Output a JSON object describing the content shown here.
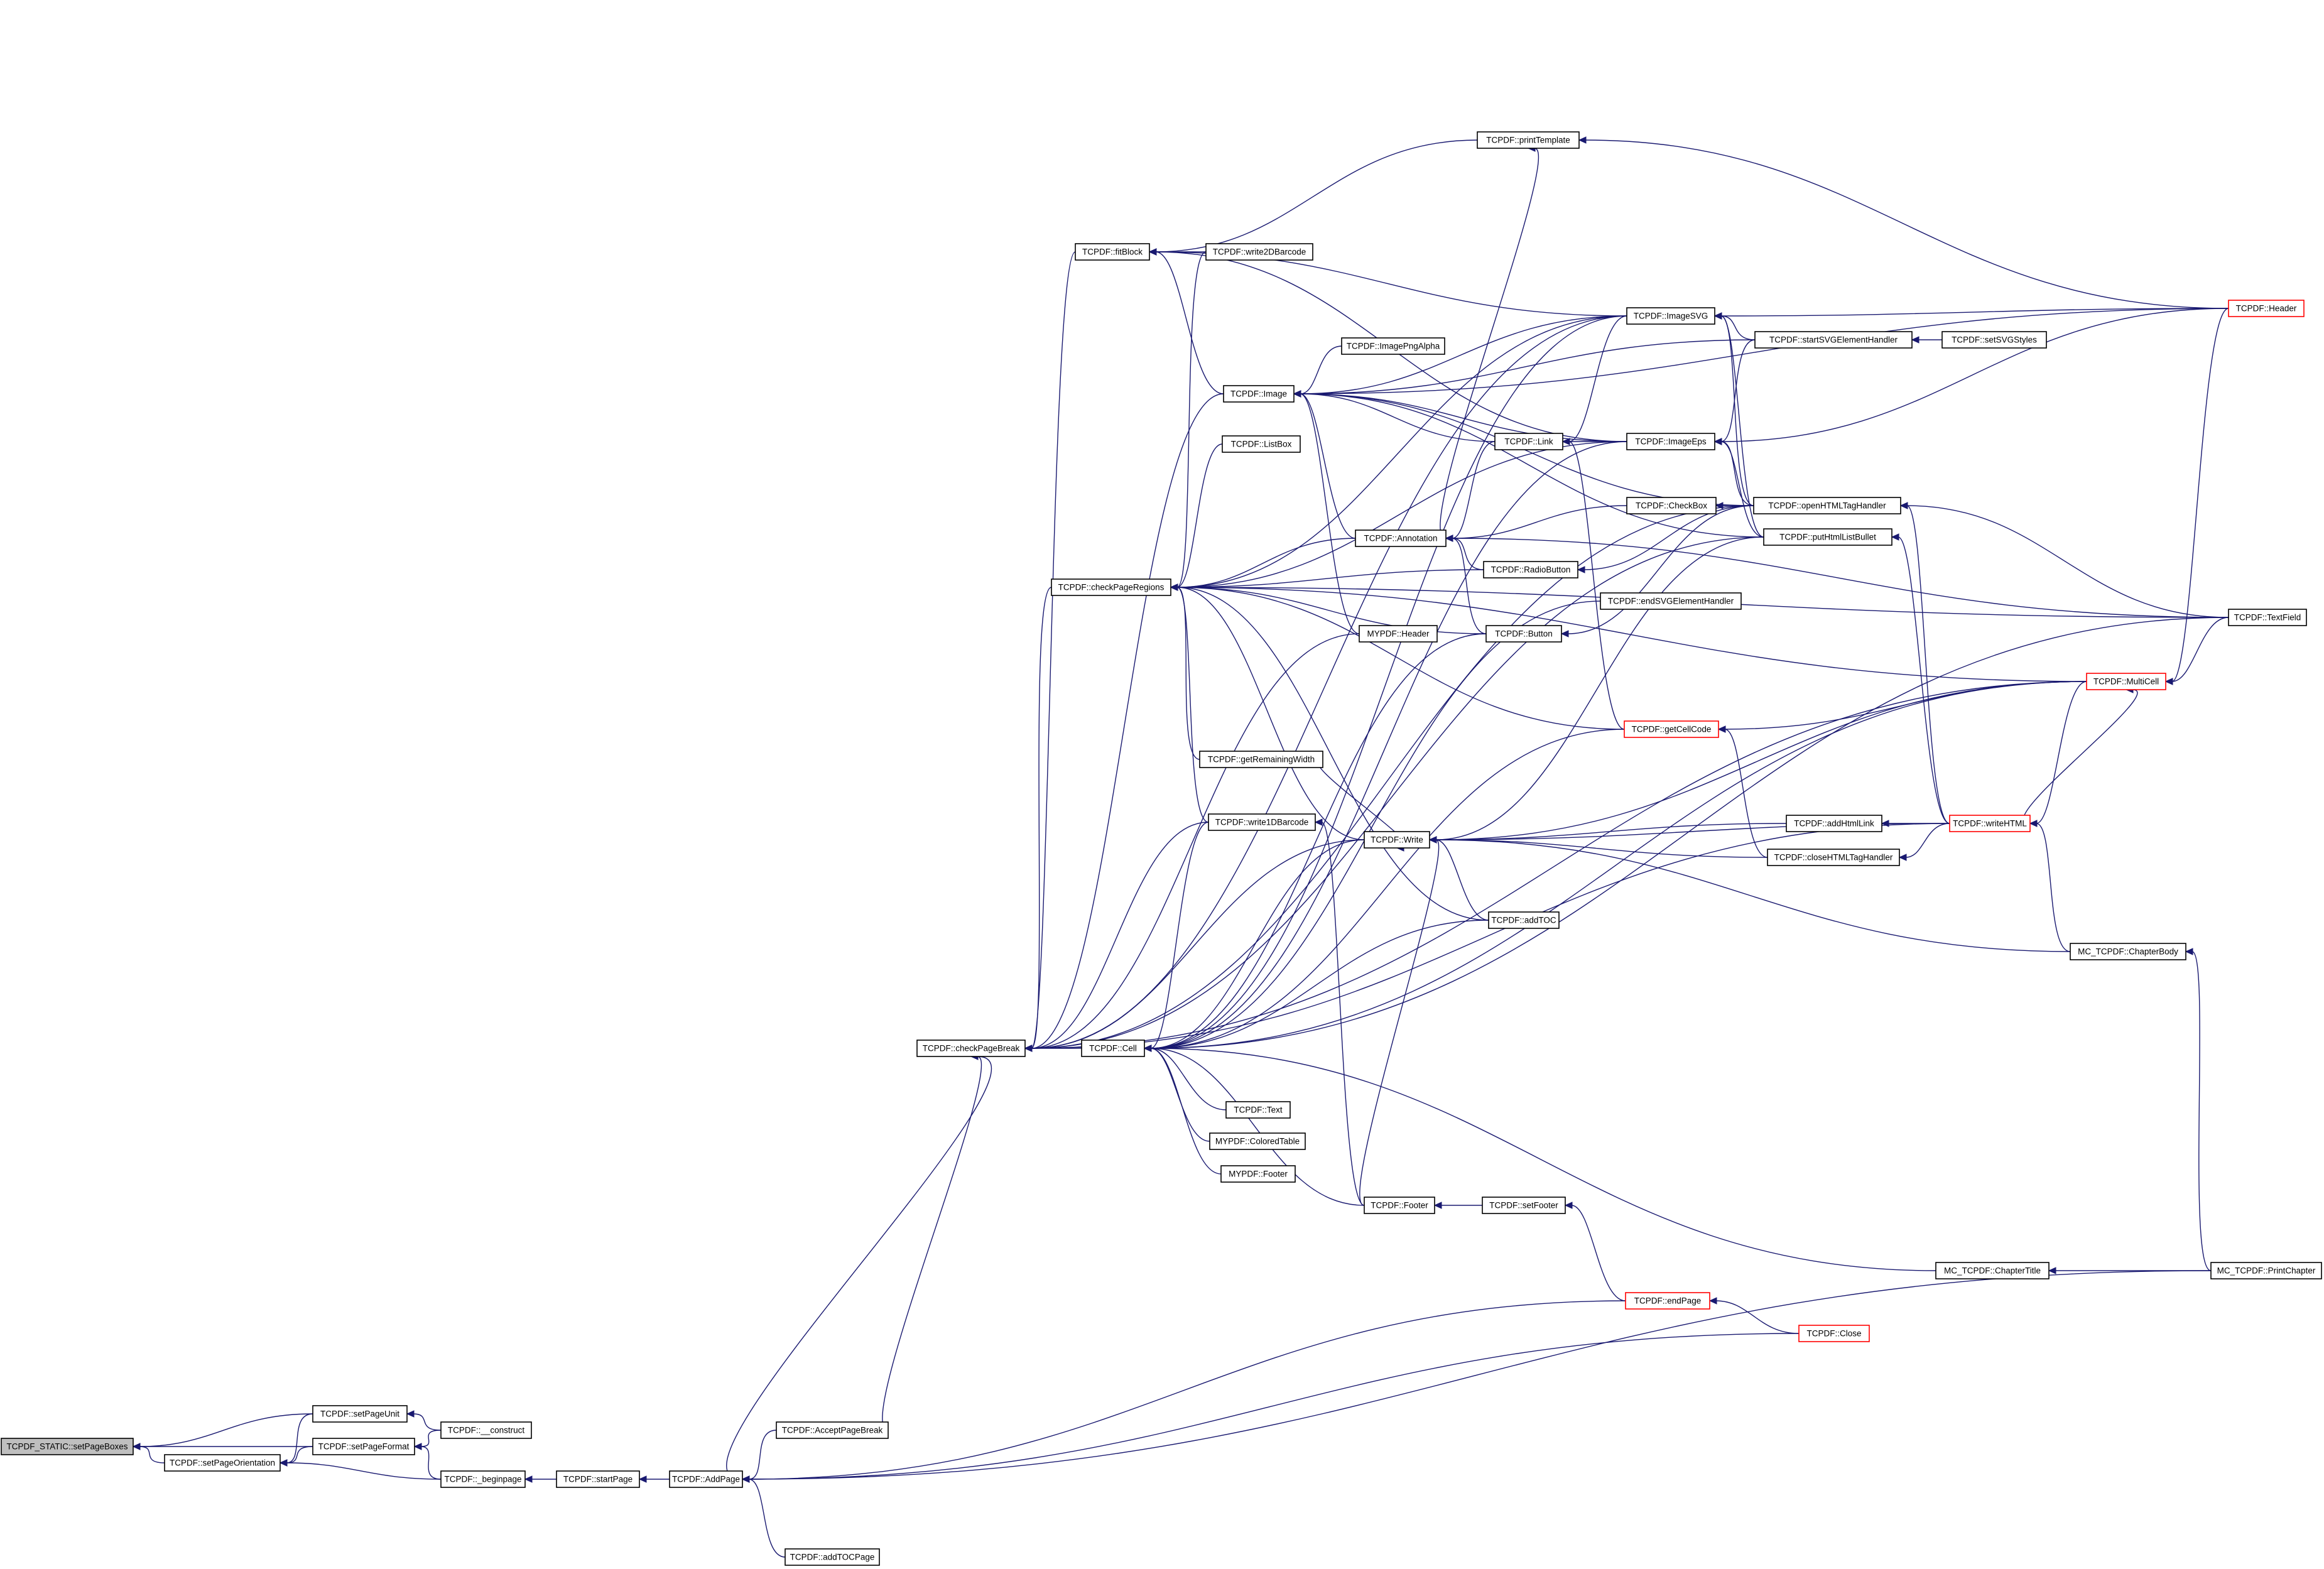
{
  "diagram": {
    "type": "call-graph",
    "edge_color": "#191970",
    "highlight_border_color": "#ff0000",
    "root_fill": "#bfbfbf",
    "nodes": [
      {
        "id": "setPageBoxes",
        "label": "TCPDF_STATIC::setPageBoxes",
        "root": true
      },
      {
        "id": "setPageOrientation",
        "label": "TCPDF::setPageOrientation"
      },
      {
        "id": "setPageUnit",
        "label": "TCPDF::setPageUnit"
      },
      {
        "id": "setPageFormat",
        "label": "TCPDF::setPageFormat"
      },
      {
        "id": "construct",
        "label": "TCPDF::__construct"
      },
      {
        "id": "beginpage",
        "label": "TCPDF::_beginpage"
      },
      {
        "id": "startPage",
        "label": "TCPDF::startPage"
      },
      {
        "id": "AddPage",
        "label": "TCPDF::AddPage"
      },
      {
        "id": "AcceptPageBreak",
        "label": "TCPDF::AcceptPageBreak"
      },
      {
        "id": "addTOCPage",
        "label": "TCPDF::addTOCPage"
      },
      {
        "id": "checkPageBreak",
        "label": "TCPDF::checkPageBreak"
      },
      {
        "id": "Cell",
        "label": "TCPDF::Cell"
      },
      {
        "id": "checkPageRegions",
        "label": "TCPDF::checkPageRegions"
      },
      {
        "id": "fitBlock",
        "label": "TCPDF::fitBlock"
      },
      {
        "id": "write2DBarcode",
        "label": "TCPDF::write2DBarcode"
      },
      {
        "id": "Image",
        "label": "TCPDF::Image"
      },
      {
        "id": "ListBox",
        "label": "TCPDF::ListBox"
      },
      {
        "id": "getRemainingWidth",
        "label": "TCPDF::getRemainingWidth"
      },
      {
        "id": "write1DBarcode",
        "label": "TCPDF::write1DBarcode"
      },
      {
        "id": "Text",
        "label": "TCPDF::Text"
      },
      {
        "id": "ColoredTable",
        "label": "MYPDF::ColoredTable"
      },
      {
        "id": "MYFooter",
        "label": "MYPDF::Footer"
      },
      {
        "id": "printTemplate",
        "label": "TCPDF::printTemplate"
      },
      {
        "id": "ImagePngAlpha",
        "label": "TCPDF::ImagePngAlpha"
      },
      {
        "id": "ImageSVG",
        "label": "TCPDF::ImageSVG"
      },
      {
        "id": "Annotation",
        "label": "TCPDF::Annotation"
      },
      {
        "id": "MYHeader",
        "label": "MYPDF::Header"
      },
      {
        "id": "Write",
        "label": "TCPDF::Write"
      },
      {
        "id": "Footer",
        "label": "TCPDF::Footer"
      },
      {
        "id": "Link",
        "label": "TCPDF::Link"
      },
      {
        "id": "ImageEps",
        "label": "TCPDF::ImageEps"
      },
      {
        "id": "CheckBox",
        "label": "TCPDF::CheckBox"
      },
      {
        "id": "RadioButton",
        "label": "TCPDF::RadioButton"
      },
      {
        "id": "Button",
        "label": "TCPDF::Button"
      },
      {
        "id": "endSVGElementHandler",
        "label": "TCPDF::endSVGElementHandler"
      },
      {
        "id": "getCellCode",
        "label": "TCPDF::getCellCode",
        "red": true
      },
      {
        "id": "addTOC",
        "label": "TCPDF::addTOC"
      },
      {
        "id": "setFooter",
        "label": "TCPDF::setFooter"
      },
      {
        "id": "endPage",
        "label": "TCPDF::endPage",
        "red": true
      },
      {
        "id": "Close",
        "label": "TCPDF::Close",
        "red": true
      },
      {
        "id": "startSVGElementHandler",
        "label": "TCPDF::startSVGElementHandler"
      },
      {
        "id": "setSVGStyles",
        "label": "TCPDF::setSVGStyles"
      },
      {
        "id": "openHTMLTagHandler",
        "label": "TCPDF::openHTMLTagHandler"
      },
      {
        "id": "putHtmlListBullet",
        "label": "TCPDF::putHtmlListBullet"
      },
      {
        "id": "addHtmlLink",
        "label": "TCPDF::addHtmlLink"
      },
      {
        "id": "closeHTMLTagHandler",
        "label": "TCPDF::closeHTMLTagHandler"
      },
      {
        "id": "writeHTML",
        "label": "TCPDF::writeHTML",
        "red": true
      },
      {
        "id": "MultiCell",
        "label": "TCPDF::MultiCell",
        "red": true
      },
      {
        "id": "Header",
        "label": "TCPDF::Header",
        "red": true
      },
      {
        "id": "TextField",
        "label": "TCPDF::TextField"
      },
      {
        "id": "ChapterBody",
        "label": "MC_TCPDF::ChapterBody"
      },
      {
        "id": "ChapterTitle",
        "label": "MC_TCPDF::ChapterTitle"
      },
      {
        "id": "PrintChapter",
        "label": "MC_TCPDF::PrintChapter"
      }
    ],
    "edges": [
      [
        "setPageOrientation",
        "setPageBoxes"
      ],
      [
        "setPageUnit",
        "setPageBoxes"
      ],
      [
        "setPageFormat",
        "setPageBoxes"
      ],
      [
        "setPageUnit",
        "setPageOrientation"
      ],
      [
        "setPageFormat",
        "setPageOrientation"
      ],
      [
        "beginpage",
        "setPageOrientation"
      ],
      [
        "construct",
        "setPageUnit"
      ],
      [
        "construct",
        "setPageFormat"
      ],
      [
        "beginpage",
        "setPageFormat"
      ],
      [
        "startPage",
        "beginpage"
      ],
      [
        "AddPage",
        "startPage"
      ],
      [
        "AcceptPageBreak",
        "AddPage"
      ],
      [
        "addTOCPage",
        "AddPage"
      ],
      [
        "endPage",
        "AddPage"
      ],
      [
        "Close",
        "AddPage"
      ],
      [
        "PrintChapter",
        "AddPage"
      ],
      [
        "AddPage",
        "checkPageBreak"
      ],
      [
        "AcceptPageBreak",
        "checkPageBreak"
      ],
      [
        "Cell",
        "checkPageBreak"
      ],
      [
        "checkPageRegions",
        "checkPageBreak"
      ],
      [
        "fitBlock",
        "checkPageBreak"
      ],
      [
        "Image",
        "checkPageBreak"
      ],
      [
        "ImageSVG",
        "checkPageBreak"
      ],
      [
        "MultiCell",
        "checkPageBreak"
      ],
      [
        "write1DBarcode",
        "checkPageBreak"
      ],
      [
        "writeHTML",
        "checkPageBreak"
      ],
      [
        "openHTMLTagHandler",
        "checkPageBreak"
      ],
      [
        "putHtmlListBullet",
        "checkPageBreak"
      ],
      [
        "Write",
        "checkPageBreak"
      ],
      [
        "MYHeader",
        "checkPageBreak"
      ],
      [
        "write2DBarcode",
        "fitBlock"
      ],
      [
        "Image",
        "fitBlock"
      ],
      [
        "printTemplate",
        "fitBlock"
      ],
      [
        "ImageEps",
        "fitBlock"
      ],
      [
        "ImageSVG",
        "fitBlock"
      ],
      [
        "ListBox",
        "checkPageRegions"
      ],
      [
        "Annotation",
        "checkPageRegions"
      ],
      [
        "RadioButton",
        "checkPageRegions"
      ],
      [
        "Button",
        "checkPageRegions"
      ],
      [
        "getCellCode",
        "checkPageRegions"
      ],
      [
        "getRemainingWidth",
        "checkPageRegions"
      ],
      [
        "write1DBarcode",
        "checkPageRegions"
      ],
      [
        "write2DBarcode",
        "checkPageRegions"
      ],
      [
        "Write",
        "checkPageRegions"
      ],
      [
        "addTOC",
        "checkPageRegions"
      ],
      [
        "MultiCell",
        "checkPageRegions"
      ],
      [
        "TextField",
        "checkPageRegions"
      ],
      [
        "ImageEps",
        "checkPageRegions"
      ],
      [
        "ImageSVG",
        "checkPageRegions"
      ],
      [
        "ImagePngAlpha",
        "Image"
      ],
      [
        "Annotation",
        "Image"
      ],
      [
        "Link",
        "Image"
      ],
      [
        "ImageEps",
        "Image"
      ],
      [
        "ImageSVG",
        "Image"
      ],
      [
        "openHTMLTagHandler",
        "Image"
      ],
      [
        "startSVGElementHandler",
        "Image"
      ],
      [
        "putHtmlListBullet",
        "Image"
      ],
      [
        "Header",
        "Image"
      ],
      [
        "MYHeader",
        "Image"
      ],
      [
        "Text",
        "Cell"
      ],
      [
        "ColoredTable",
        "Cell"
      ],
      [
        "MYFooter",
        "Cell"
      ],
      [
        "Footer",
        "Cell"
      ],
      [
        "Write",
        "Cell"
      ],
      [
        "addTOC",
        "Cell"
      ],
      [
        "write1DBarcode",
        "Cell"
      ],
      [
        "Button",
        "Cell"
      ],
      [
        "getCellCode",
        "Cell"
      ],
      [
        "ImageEps",
        "Cell"
      ],
      [
        "ImageSVG",
        "Cell"
      ],
      [
        "MultiCell",
        "Cell"
      ],
      [
        "TextField",
        "Cell"
      ],
      [
        "ChapterTitle",
        "Cell"
      ],
      [
        "endSVGElementHandler",
        "Cell"
      ],
      [
        "Header",
        "printTemplate"
      ],
      [
        "Annotation",
        "printTemplate"
      ],
      [
        "Link",
        "Annotation"
      ],
      [
        "CheckBox",
        "Annotation"
      ],
      [
        "RadioButton",
        "Annotation"
      ],
      [
        "Button",
        "Annotation"
      ],
      [
        "TextField",
        "Annotation"
      ],
      [
        "ImageEps",
        "Link"
      ],
      [
        "ImageSVG",
        "Link"
      ],
      [
        "getCellCode",
        "Link"
      ],
      [
        "openHTMLTagHandler",
        "ImageEps"
      ],
      [
        "putHtmlListBullet",
        "ImageEps"
      ],
      [
        "startSVGElementHandler",
        "ImageEps"
      ],
      [
        "Header",
        "ImageEps"
      ],
      [
        "startSVGElementHandler",
        "ImageSVG"
      ],
      [
        "openHTMLTagHandler",
        "ImageSVG"
      ],
      [
        "putHtmlListBullet",
        "ImageSVG"
      ],
      [
        "Header",
        "ImageSVG"
      ],
      [
        "setSVGStyles",
        "startSVGElementHandler"
      ],
      [
        "openHTMLTagHandler",
        "CheckBox"
      ],
      [
        "openHTMLTagHandler",
        "RadioButton"
      ],
      [
        "openHTMLTagHandler",
        "Button"
      ],
      [
        "writeHTML",
        "openHTMLTagHandler"
      ],
      [
        "TextField",
        "openHTMLTagHandler"
      ],
      [
        "writeHTML",
        "putHtmlListBullet"
      ],
      [
        "MultiCell",
        "getCellCode"
      ],
      [
        "closeHTMLTagHandler",
        "getCellCode"
      ],
      [
        "getRemainingWidth",
        "Write"
      ],
      [
        "addTOC",
        "Write"
      ],
      [
        "Footer",
        "Write"
      ],
      [
        "addHtmlLink",
        "Write"
      ],
      [
        "writeHTML",
        "Write"
      ],
      [
        "MultiCell",
        "Write"
      ],
      [
        "ChapterBody",
        "Write"
      ],
      [
        "putHtmlListBullet",
        "Write"
      ],
      [
        "closeHTMLTagHandler",
        "Write"
      ],
      [
        "Footer",
        "write1DBarcode"
      ],
      [
        "setFooter",
        "Footer"
      ],
      [
        "endPage",
        "setFooter"
      ],
      [
        "Close",
        "endPage"
      ],
      [
        "writeHTML",
        "addHtmlLink"
      ],
      [
        "writeHTML",
        "closeHTMLTagHandler"
      ],
      [
        "ChapterBody",
        "writeHTML"
      ],
      [
        "MultiCell",
        "writeHTML"
      ],
      [
        "writeHTML",
        "MultiCell"
      ],
      [
        "Header",
        "MultiCell"
      ],
      [
        "TextField",
        "MultiCell"
      ],
      [
        "PrintChapter",
        "ChapterBody"
      ],
      [
        "PrintChapter",
        "ChapterTitle"
      ]
    ]
  }
}
